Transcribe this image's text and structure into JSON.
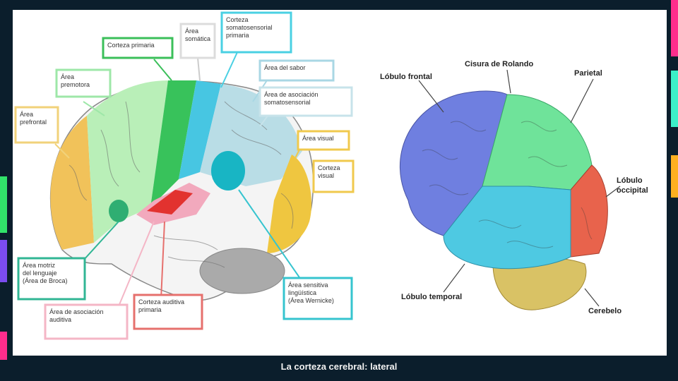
{
  "caption": "La corteza cerebral: lateral",
  "left_diagram": {
    "labels": [
      {
        "id": "premotora",
        "lines": [
          "Área",
          "premotora"
        ],
        "color": "#9ee7a8"
      },
      {
        "id": "prefrontal",
        "lines": [
          "Área",
          "prefrontal"
        ],
        "color": "#f1d27a"
      },
      {
        "id": "motora",
        "lines": [
          "Corteza primaria"
        ],
        "color": "#3bbf5a"
      },
      {
        "id": "somato",
        "lines": [
          "Área",
          "somática"
        ],
        "color": "#dcdcdc"
      },
      {
        "id": "sensorial",
        "lines": [
          "Corteza",
          "somatosensorial",
          "primaria"
        ],
        "color": "#4ad0e3"
      },
      {
        "id": "gusto",
        "lines": [
          "Área del sabor"
        ],
        "color": "#a9d7e4"
      },
      {
        "id": "asociacion",
        "lines": [
          "Área de asociación",
          "somatosensorial"
        ],
        "color": "#c7e3ea"
      },
      {
        "id": "visual",
        "lines": [
          "Área visual"
        ],
        "color": "#f0c94d"
      },
      {
        "id": "cortvisual",
        "lines": [
          "Corteza",
          "visual"
        ],
        "color": "#f0c94d"
      },
      {
        "id": "broca",
        "lines": [
          "Área motriz",
          "del lenguaje",
          "(Área de Broca)"
        ],
        "color": "#31b694"
      },
      {
        "id": "auditiva",
        "lines": [
          "Área de asociación",
          "auditiva"
        ],
        "color": "#f4b6c6"
      },
      {
        "id": "cortauditiva",
        "lines": [
          "Corteza auditiva",
          "primaria"
        ],
        "color": "#e6706d"
      },
      {
        "id": "wernicke",
        "lines": [
          "Área sensitiva",
          "lingüística",
          "(Área Wernicke)"
        ],
        "color": "#36c4cf"
      }
    ]
  },
  "right_diagram": {
    "labels": {
      "frontal": "Lóbulo frontal",
      "rolando": "Cisura de Rolando",
      "parietal": "Parietal",
      "occipital": [
        "Lóbulo",
        "occipital"
      ],
      "temporal": "Lóbulo temporal",
      "cerebelo": "Cerebelo"
    },
    "colors": {
      "frontal": "#6f7fe0",
      "parietal": "#6fe39a",
      "temporal": "#4ec9e2",
      "occipital": "#e8634c",
      "cerebelo": "#d9c265"
    }
  },
  "accent_colors": [
    "#ff2d8c",
    "#31e36a",
    "#2a9fe3",
    "#ffb020",
    "#3cf0c8"
  ]
}
